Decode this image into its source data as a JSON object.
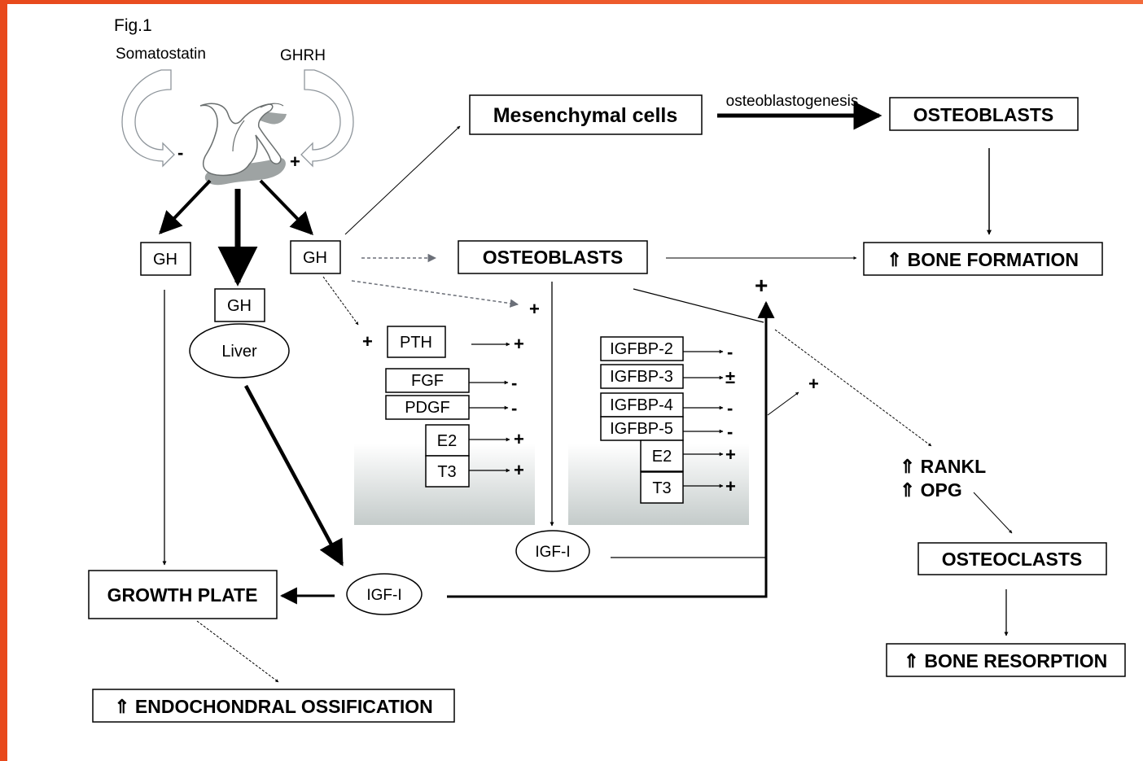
{
  "colors": {
    "frame_accent": "#f0511e",
    "line": "#000000",
    "gland_fill": "#9ea3a3",
    "dashed": "#6b6f78"
  },
  "fig": {
    "label": "Fig.1"
  },
  "hypothalamus": {
    "somatostatin": "Somatostatin",
    "ghrh": "GHRH",
    "minus": "-",
    "plus": "+"
  },
  "gh_left": "GH",
  "gh_mid": "GH",
  "gh_right": "GH",
  "liver": "Liver",
  "growth_plate": "GROWTH PLATE",
  "igf1_bottom": "IGF-I",
  "igf1_mid": "IGF-I",
  "endochondral": "⇑ ENDOCHONDRAL OSSIFICATION",
  "mesenchymal": "Mesenchymal cells",
  "osteoblastogenesis": "osteoblastogenesis",
  "osteoblasts_top": "OSTEOBLASTS",
  "osteoblasts_mid": "OSTEOBLASTS",
  "bone_formation": "⇑ BONE FORMATION",
  "rankl": "⇑ RANKL",
  "opg": "⇑ OPG",
  "osteoclasts": "OSTEOCLASTS",
  "bone_resorption": "⇑ BONE RESORPTION",
  "signs": {
    "dash_plus": "+",
    "pth_left": "+",
    "pth_right": "+",
    "fgf": "-",
    "pdgf": "-",
    "e2_left": "+",
    "t3_left": "+",
    "igfbp2": "-",
    "igfbp3": "±",
    "igfbp4": "-",
    "igfbp5": "-",
    "e2_right": "+",
    "t3_right": "+",
    "big_plus": "+",
    "side_plus": "+"
  },
  "factors_left": {
    "pth": "PTH",
    "fgf": "FGF",
    "pdgf": "PDGF",
    "e2": "E2",
    "t3": "T3"
  },
  "factors_right": {
    "igfbp2": "IGFBP-2",
    "igfbp3": "IGFBP-3",
    "igfbp4": "IGFBP-4",
    "igfbp5": "IGFBP-5",
    "e2": "E2",
    "t3": "T3"
  }
}
